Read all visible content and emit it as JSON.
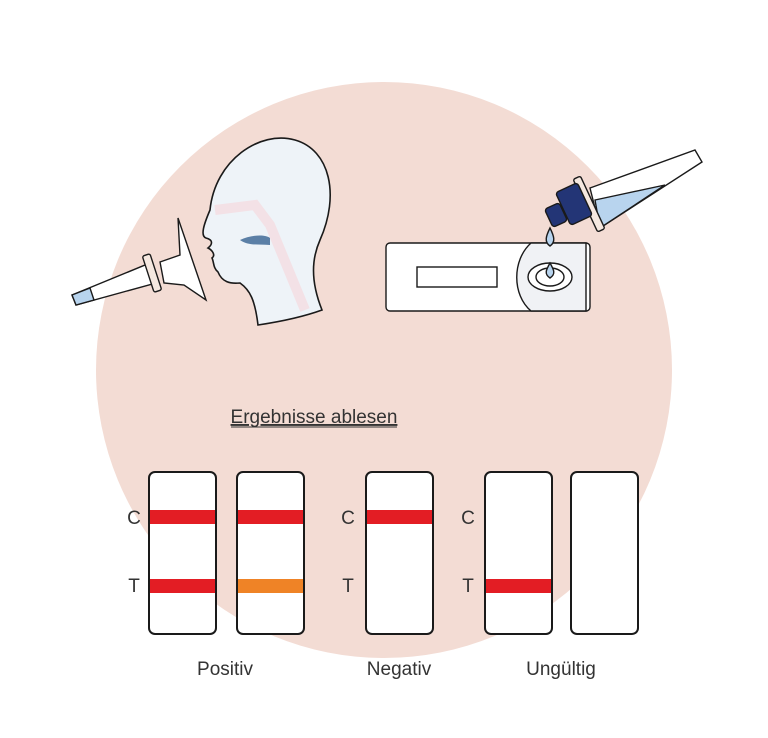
{
  "title": "Ergebnisse ablesen",
  "line_labels": {
    "c": "C",
    "t": "T"
  },
  "groups": [
    {
      "label": "Positiv"
    },
    {
      "label": "Negativ"
    },
    {
      "label": "Ungültig"
    }
  ],
  "colors": {
    "background_circle": "#f3dcd4",
    "line_red": "#e31d24",
    "line_orange": "#ef8326",
    "liquid": "#b8d4ee",
    "cap": "#233576"
  }
}
